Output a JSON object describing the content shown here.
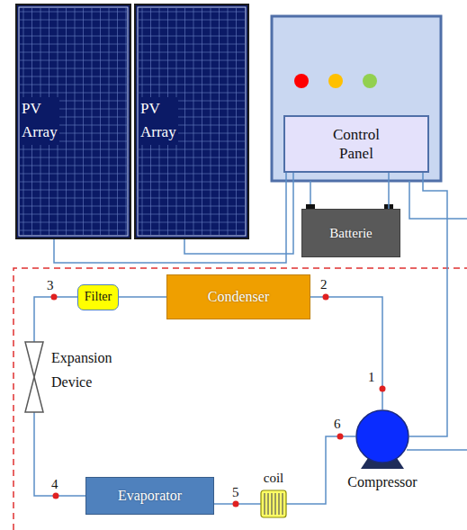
{
  "diagram": {
    "nodes": [
      {
        "text": [
          "PV Array"
        ]
      },
      {
        "text": [
          "PV Array"
        ]
      },
      {
        "text": [
          "Control Panel"
        ]
      },
      {
        "text": [
          "Batterie"
        ]
      },
      {
        "text": [
          "Filter"
        ]
      },
      {
        "text": [
          "Condenser"
        ]
      },
      {
        "text": [
          "Expansion Device"
        ]
      },
      {
        "text": [
          "Evaporator"
        ]
      },
      {
        "text": [
          "coil"
        ]
      },
      {
        "text": [
          "Compressor"
        ]
      }
    ],
    "edges": [
      {
        "from": 0,
        "to": 2,
        "arrow": "none"
      },
      {
        "from": 1,
        "to": 2,
        "arrow": "none"
      },
      {
        "from": 2,
        "to": 3,
        "arrow": "none"
      },
      {
        "from": 2,
        "to": 9,
        "arrow": "none"
      },
      {
        "from": 9,
        "to": 5,
        "arrow": "none"
      },
      {
        "from": 5,
        "to": 4,
        "arrow": "none"
      },
      {
        "from": 4,
        "to": 6,
        "arrow": "none"
      },
      {
        "from": 6,
        "to": 7,
        "arrow": "none"
      },
      {
        "from": 7,
        "to": 8,
        "arrow": "none"
      },
      {
        "from": 8,
        "to": 9,
        "arrow": "none"
      }
    ],
    "labels": [
      "3",
      "2",
      "1",
      "6",
      "4",
      "5"
    ]
  }
}
